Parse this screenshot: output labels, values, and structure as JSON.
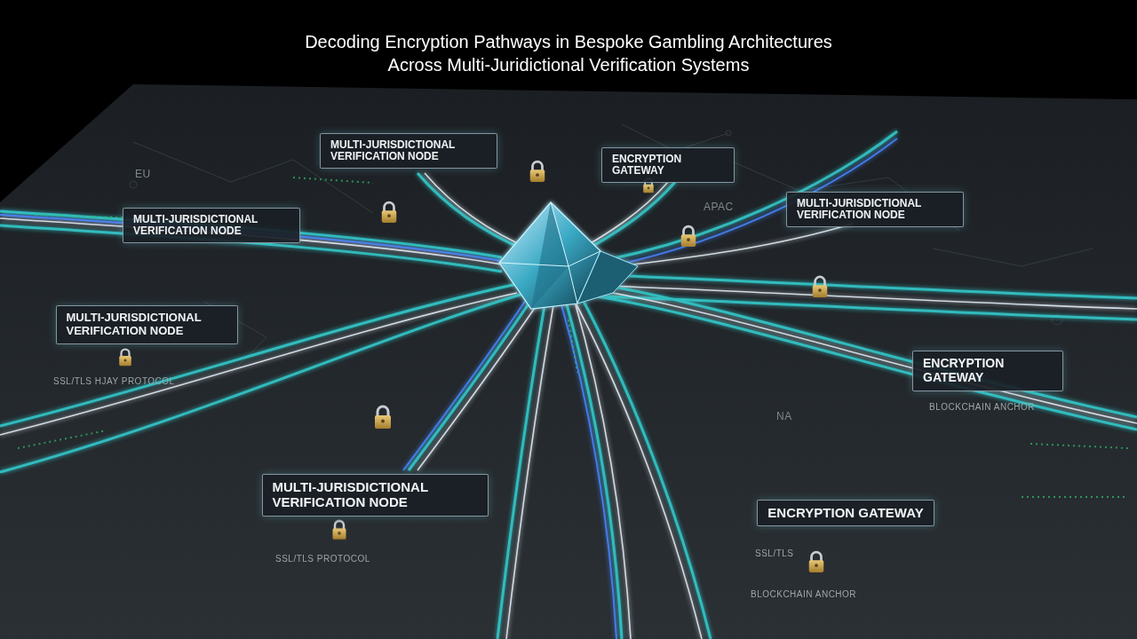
{
  "diagram": {
    "title": "Decoding Encryption Pathways in Bespoke Gambling Architectures Across Multi-Juridictional Verification Systems",
    "nodes": [
      {
        "text": [
          "MULTI-JURISDICTIONAL VERIFICATION NODE"
        ]
      },
      {
        "text": [
          "ENCRYPTION GATEWAY"
        ]
      },
      {
        "text": [
          "MULTI-JURISDICTIONAL VERIFICATION NODE"
        ]
      },
      {
        "text": [
          "MULTI-JURISDICTIONAL VERIFICATION NODE"
        ]
      },
      {
        "text": [
          "MULTI-JURISDICTIONAL VERIFICATION NODE"
        ]
      },
      {
        "text": [
          "ENCRYPTION GATEWAY"
        ]
      },
      {
        "text": [
          "MULTI-JURISDICTIONAL VERIFICATION NODE"
        ]
      },
      {
        "text": [
          "ENCRYPTION GATEWAY"
        ]
      }
    ],
    "labels": [
      "EU",
      "APAC",
      "SSL/TLS HJAY PROTOCOL",
      "NA",
      "BLOCKCHAIN ANCHOR",
      "SSL/TLS PROTOCOL",
      "SSL/TLS",
      "BLOCKCHAIN ANCHOR"
    ]
  }
}
